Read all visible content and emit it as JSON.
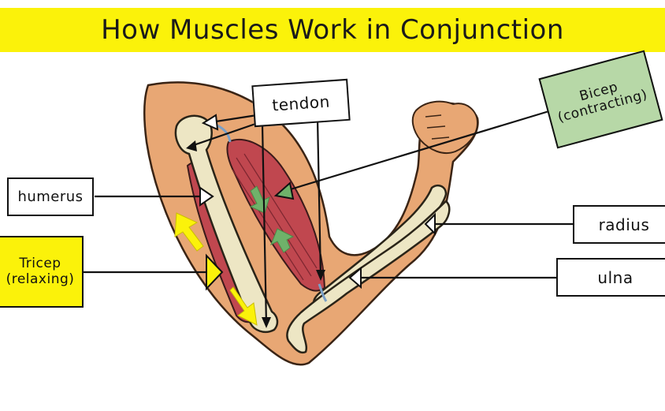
{
  "title": "How Muscles Work in Conjunction",
  "labels": {
    "tendon": "tendon",
    "bicep": "Bicep\n(contracting)",
    "humerus": "humerus",
    "tricep": "Tricep\n(relaxing)",
    "radius": "radius",
    "ulna": "ulna"
  },
  "colors": {
    "title_bar": "#fbf20a",
    "bicep_box": "#b7d8a7",
    "tricep_box": "#fbf20a",
    "skin": "#e8a774",
    "bone": "#ede6c4",
    "muscle": "#c0474f",
    "arrow_green": "#6fb26a",
    "arrow_yellow": "#fbf20a"
  }
}
